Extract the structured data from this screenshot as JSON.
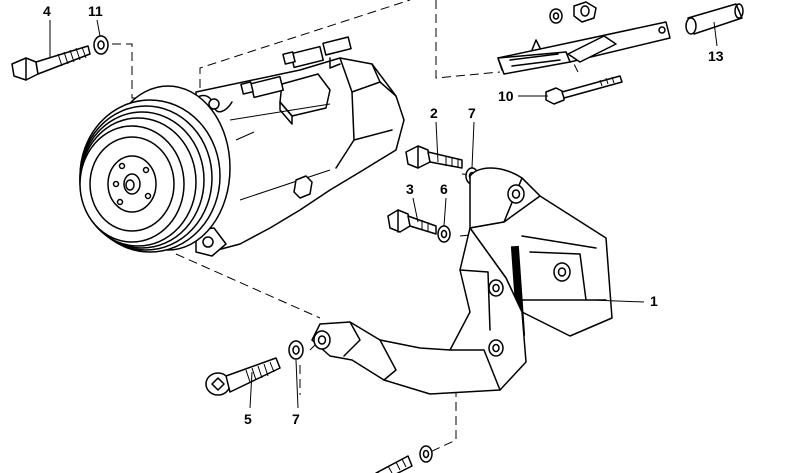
{
  "callouts": [
    {
      "id": "c1",
      "label": "1"
    },
    {
      "id": "c2",
      "label": "2"
    },
    {
      "id": "c3",
      "label": "3"
    },
    {
      "id": "c4",
      "label": "4"
    },
    {
      "id": "c5",
      "label": "5"
    },
    {
      "id": "c6",
      "label": "6"
    },
    {
      "id": "c7a",
      "label": "7"
    },
    {
      "id": "c7b",
      "label": "7"
    },
    {
      "id": "c10",
      "label": "10"
    },
    {
      "id": "c11",
      "label": "11"
    },
    {
      "id": "c13",
      "label": "13"
    }
  ]
}
